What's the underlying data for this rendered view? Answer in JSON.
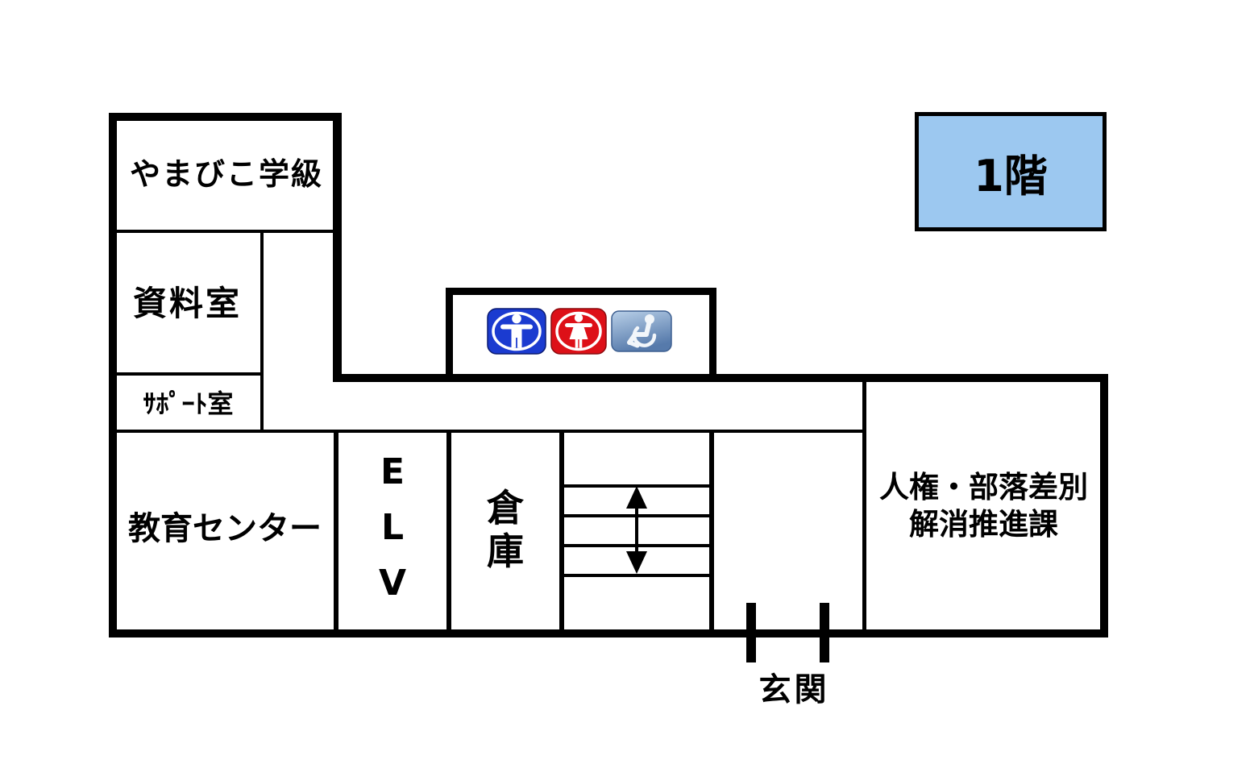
{
  "floor_plan": {
    "floor_label": "1階",
    "rooms": {
      "yamabiko": "やまびこ学級",
      "shiryo": "資料室",
      "support": "ｻﾎﾟｰﾄ室",
      "kyoiku": "教育センター",
      "elv": [
        "E",
        "L",
        "V"
      ],
      "soko": [
        "倉",
        "庫"
      ],
      "jinken": [
        "人権・部落差別",
        "解消推進課"
      ],
      "genkan": "玄関"
    },
    "toilet_icons": {
      "male": "male-toilet-icon",
      "female": "female-toilet-icon",
      "accessible": "wheelchair-accessible-icon"
    },
    "stairs": {
      "tread_count": 4,
      "direction_arrow": "up-down"
    },
    "colors": {
      "wall": "#000000",
      "floor_label_bg": "#9cc8f0",
      "male_icon": "#1b3bd0",
      "female_icon": "#dd1018",
      "accessible_icon_top": "#b9d0e8",
      "accessible_icon_bottom": "#567aab"
    }
  }
}
